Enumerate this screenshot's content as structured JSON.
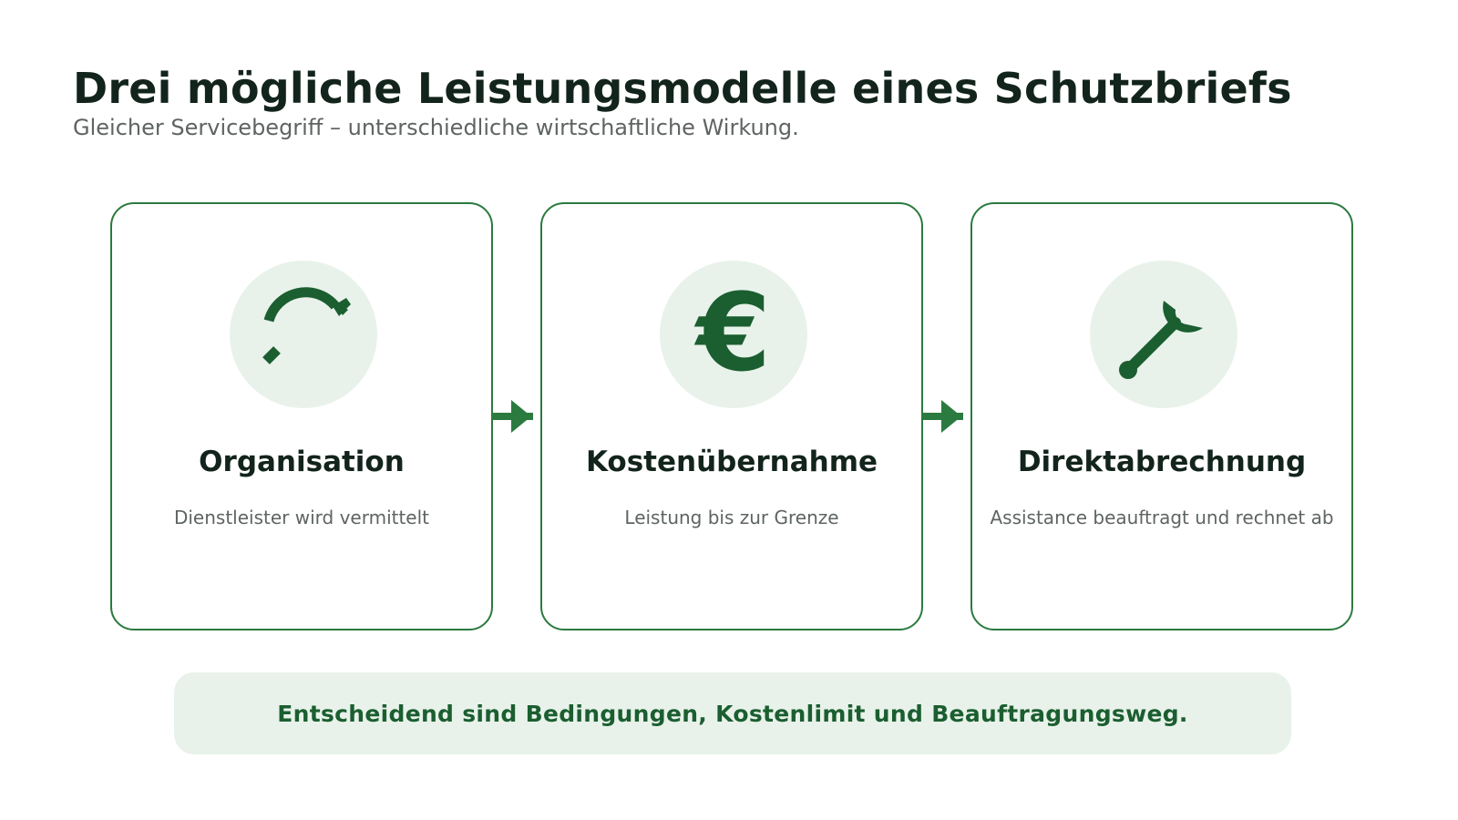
{
  "header": {
    "title": "Drei mögliche Leistungsmodelle eines Schutzbriefs",
    "subtitle": "Gleicher Servicebegriff – unterschiedliche wirtschaftliche Wirkung."
  },
  "cards": [
    {
      "icon": "refresh-icon",
      "title": "Organisation",
      "description": "Dienstleister wird vermittelt"
    },
    {
      "icon": "euro-icon",
      "symbol": "€",
      "title": "Kostenübernahme",
      "description": "Leistung bis zur Grenze"
    },
    {
      "icon": "wrench-icon",
      "title": "Direktabrechnung",
      "description": "Assistance beauftragt und rechnet ab"
    }
  ],
  "conclusion": {
    "text": "Entscheidend sind Bedingungen, Kostenlimit und Beauftragungsweg."
  },
  "colors": {
    "accent": "#2b7a3f",
    "icon": "#1b5e30",
    "icon_background": "#e8f2ea",
    "title_text": "#12241c",
    "muted_text": "#5e6462"
  }
}
